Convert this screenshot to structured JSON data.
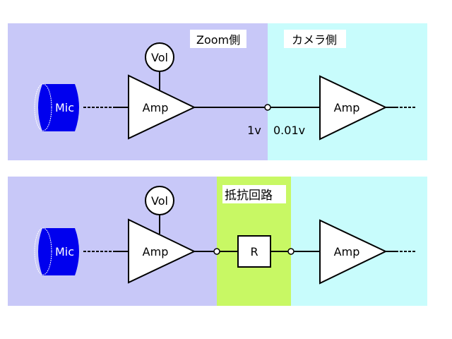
{
  "colors": {
    "zoom_side": "#c8c8f8",
    "camera_side": "#c8fcfc",
    "resistor_circuit": "#c8f864",
    "mic": "#0000ee",
    "line": "#000000"
  },
  "top_diagram": {
    "zoom_label": "Zoom側",
    "camera_label": "カメラ側",
    "mic_label": "Mic",
    "vol_label": "Vol",
    "amp1_label": "Amp",
    "amp2_label": "Amp",
    "voltage_left": "1v",
    "voltage_right": "0.01v"
  },
  "bottom_diagram": {
    "resistor_circuit_label": "抵抗回路",
    "mic_label": "Mic",
    "vol_label": "Vol",
    "amp1_label": "Amp",
    "amp2_label": "Amp",
    "resistor_label": "R"
  }
}
